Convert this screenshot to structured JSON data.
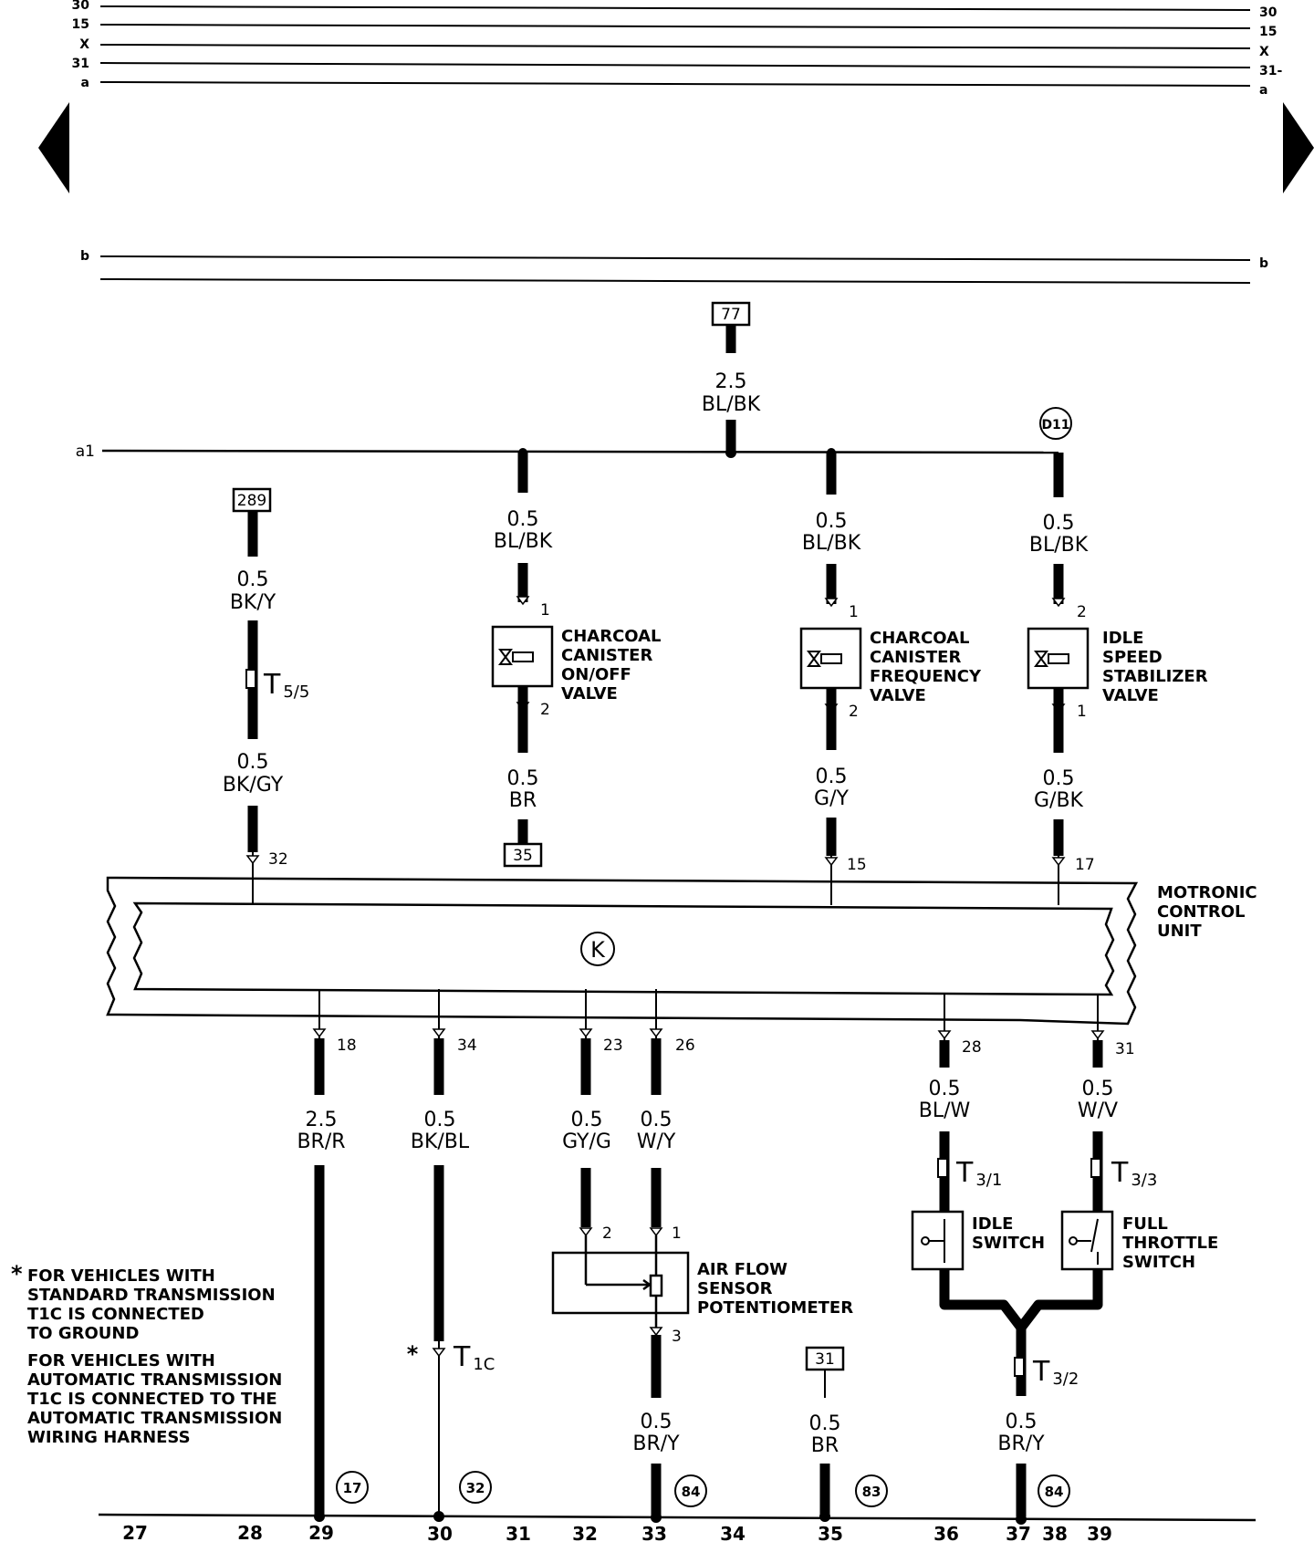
{
  "rails": {
    "top": [
      "30",
      "15",
      "X",
      "31",
      "a"
    ],
    "right": [
      "30",
      "15",
      "X",
      "31-",
      "a"
    ],
    "b_left": "b",
    "b_right": "b",
    "a1": "a1"
  },
  "refs": {
    "r77": "77",
    "r289": "289",
    "r35": "35",
    "r31": "31",
    "d11": "D11",
    "g17": "17",
    "g32": "32",
    "g84a": "84",
    "g83": "83",
    "g84b": "84"
  },
  "wires": {
    "main_size": "2.5",
    "main_color": "BL/BK",
    "w289_size": "0.5",
    "w289_color": "BK/Y",
    "w32_size": "0.5",
    "w32_color": "BK/GY",
    "ccv1_top_size": "0.5",
    "ccv1_top_color": "BL/BK",
    "ccv1_bot_size": "0.5",
    "ccv1_bot_color": "BR",
    "ccv2_top_size": "0.5",
    "ccv2_top_color": "BL/BK",
    "ccv2_bot_size": "0.5",
    "ccv2_bot_color": "G/Y",
    "isv_top_size": "0.5",
    "isv_top_color": "BL/BK",
    "isv_bot_size": "0.5",
    "isv_bot_color": "G/BK",
    "w18_size": "2.5",
    "w18_color": "BR/R",
    "w34_size": "0.5",
    "w34_color": "BK/BL",
    "w23_size": "0.5",
    "w23_color": "GY/G",
    "w26_size": "0.5",
    "w26_color": "W/Y",
    "w28_size": "0.5",
    "w28_color": "BL/W",
    "w31_size": "0.5",
    "w31_color": "W/V",
    "afs_out_size": "0.5",
    "afs_out_color": "BR/Y",
    "gnd31_size": "0.5",
    "gnd31_color": "BR",
    "t32_out_size": "0.5",
    "t32_out_color": "BR/Y"
  },
  "components": {
    "ccv_onoff": [
      "CHARCOAL",
      "CANISTER",
      "ON/OFF",
      "VALVE"
    ],
    "ccv_freq": [
      "CHARCOAL",
      "CANISTER",
      "FREQUENCY",
      "VALVE"
    ],
    "isv": [
      "IDLE",
      "SPEED",
      "STABILIZER",
      "VALVE"
    ],
    "ecu": [
      "MOTRONIC",
      "CONTROL",
      "UNIT"
    ],
    "ecu_symbol": "K",
    "afs": [
      "AIR FLOW",
      "SENSOR",
      "POTENTIOMETER"
    ],
    "idle_sw": [
      "IDLE",
      "SWITCH"
    ],
    "full_sw": [
      "FULL",
      "THROTTLE",
      "SWITCH"
    ]
  },
  "pins": {
    "ccv1_a": "1",
    "ccv1_b": "2",
    "ccv2_a": "1",
    "ccv2_b": "2",
    "isv_a": "2",
    "isv_b": "1",
    "e32": "32",
    "e15": "15",
    "e17": "17",
    "e18": "18",
    "e34": "34",
    "e23": "23",
    "e26": "26",
    "e28": "28",
    "e31": "31",
    "afs_2": "2",
    "afs_1": "1",
    "afs_3": "3"
  },
  "connectors": {
    "t55": {
      "main": "T",
      "sub": "5/5"
    },
    "t1c": {
      "main": "T",
      "sub": "1C"
    },
    "t31": {
      "main": "T",
      "sub": "3/1"
    },
    "t33": {
      "main": "T",
      "sub": "3/3"
    },
    "t32": {
      "main": "T",
      "sub": "3/2"
    }
  },
  "note": {
    "star": "*",
    "lines": [
      "FOR VEHICLES WITH",
      "STANDARD TRANSMISSION",
      "T1C IS CONNECTED",
      "TO GROUND",
      "FOR VEHICLES WITH",
      "AUTOMATIC TRANSMISSION",
      "T1C IS CONNECTED TO THE",
      "AUTOMATIC TRANSMISSION",
      "WIRING HARNESS"
    ],
    "t1c_star": "*"
  },
  "footer": [
    "27",
    "28",
    "29",
    "30",
    "31",
    "32",
    "33",
    "34",
    "35",
    "36",
    "37",
    "38",
    "39"
  ]
}
